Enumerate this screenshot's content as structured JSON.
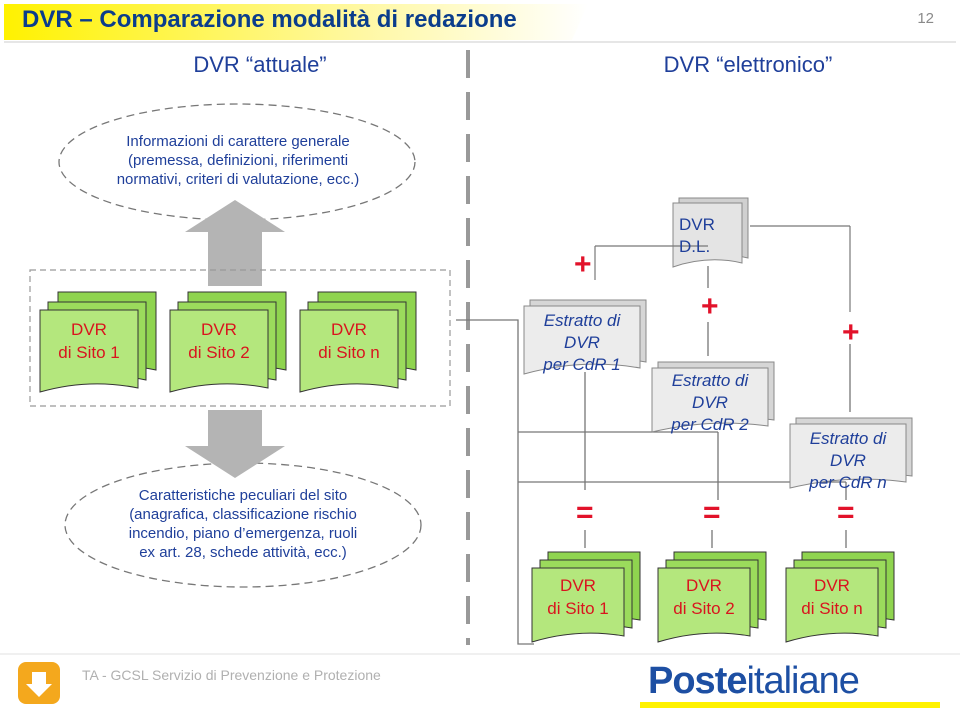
{
  "header": {
    "title": "DVR – Comparazione modalità di redazione",
    "slide_number": "12"
  },
  "columns": {
    "left_title": "DVR “attuale”",
    "right_title": "DVR “elettronico”"
  },
  "oval_top": {
    "lines": [
      "Informazioni di carattere generale",
      "(premessa, definizioni, riferimenti",
      "normativi, criteri di valutazione, ecc.)"
    ]
  },
  "oval_bottom": {
    "lines": [
      "Caratteristiche peculiari del sito",
      "(anagrafica, classificazione rischio",
      "incendio, piano d’emergenza, ruoli",
      "ex art. 28, schede attività, ecc.)"
    ]
  },
  "left_docs": [
    {
      "line1": "DVR",
      "line2": "di Sito 1"
    },
    {
      "line1": "DVR",
      "line2": "di Sito 2"
    },
    {
      "line1": "DVR",
      "line2": "di Sito n"
    }
  ],
  "dvr_dl": {
    "line1": "DVR",
    "line2": "D.L."
  },
  "extracts": [
    {
      "line1": "Estratto di DVR",
      "line2": "per CdR 1"
    },
    {
      "line1": "Estratto di DVR",
      "line2": "per CdR 2"
    },
    {
      "line1": "Estratto di DVR",
      "line2": "per CdR n"
    }
  ],
  "right_docs": [
    {
      "line1": "DVR",
      "line2": "di Sito 1"
    },
    {
      "line1": "DVR",
      "line2": "di Sito 2"
    },
    {
      "line1": "DVR",
      "line2": "di Sito n"
    }
  ],
  "symbols": {
    "plus": "+",
    "equals": "="
  },
  "footer": {
    "text": "TA - GCSL  Servizio di Prevenzione e Protezione",
    "logo_a": "Poste",
    "logo_b": "italiane"
  },
  "colors": {
    "title": "#0b3d8c",
    "header_bg": "#fff200",
    "doc_fill": "#b7e57a",
    "extract_fill": "#e7e7e7",
    "red": "#e2122a",
    "blue_text": "#1f3f9a"
  }
}
